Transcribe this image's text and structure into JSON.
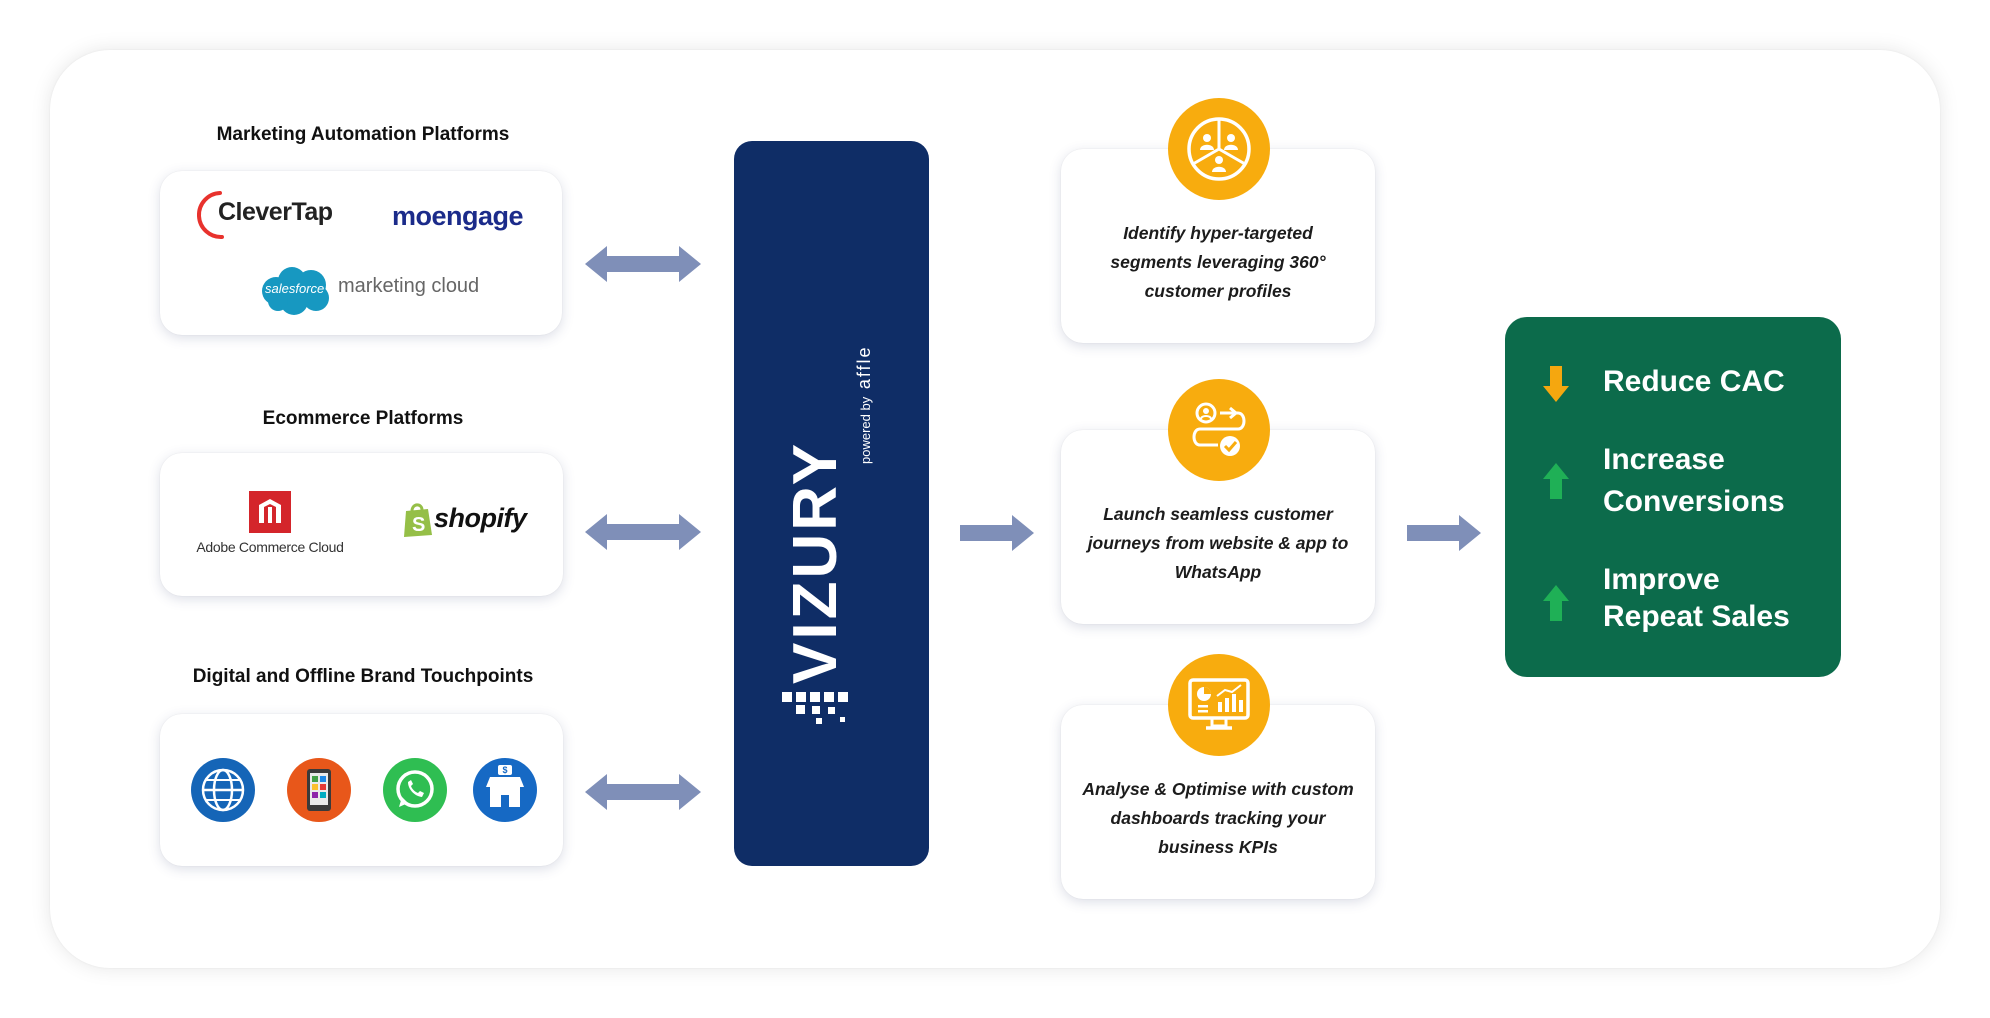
{
  "sections": {
    "marketing": {
      "title": "Marketing Automation Platforms",
      "logos": [
        "CleverTap",
        "moengage",
        "salesforce",
        "marketing cloud"
      ]
    },
    "ecommerce": {
      "title": "Ecommerce Platforms",
      "logos": [
        "Adobe Commerce Cloud",
        "shopify"
      ]
    },
    "touchpoints": {
      "title": "Digital and Offline Brand Touchpoints",
      "icons": [
        "globe-icon",
        "mobile-app-icon",
        "whatsapp-icon",
        "store-icon"
      ]
    }
  },
  "brand": {
    "name": "VIZURY",
    "tagline": "powered by",
    "parent": "affle"
  },
  "steps": [
    {
      "text": "Identify hyper-targeted segments leveraging 360° customer profiles",
      "icon": "segments-icon"
    },
    {
      "text": "Launch seamless customer journeys from website & app to WhatsApp",
      "icon": "journey-icon"
    },
    {
      "text": "Analyse & Optimise with custom dashboards tracking your business KPIs",
      "icon": "dashboard-icon"
    }
  ],
  "outcomes": [
    {
      "line1": "Reduce CAC",
      "line2": "",
      "direction": "down"
    },
    {
      "line1": "Increase",
      "line2": "Conversions",
      "direction": "up"
    },
    {
      "line1": "Improve",
      "line2": "Repeat Sales",
      "direction": "up"
    }
  ],
  "colors": {
    "platform": "#0f2d66",
    "badge": "#f8ac0e",
    "outcome_bg": "#0c6b4b",
    "arrow": "#7f8fb8",
    "up_arrow": "#1fb056",
    "down_arrow": "#f5a70f"
  }
}
